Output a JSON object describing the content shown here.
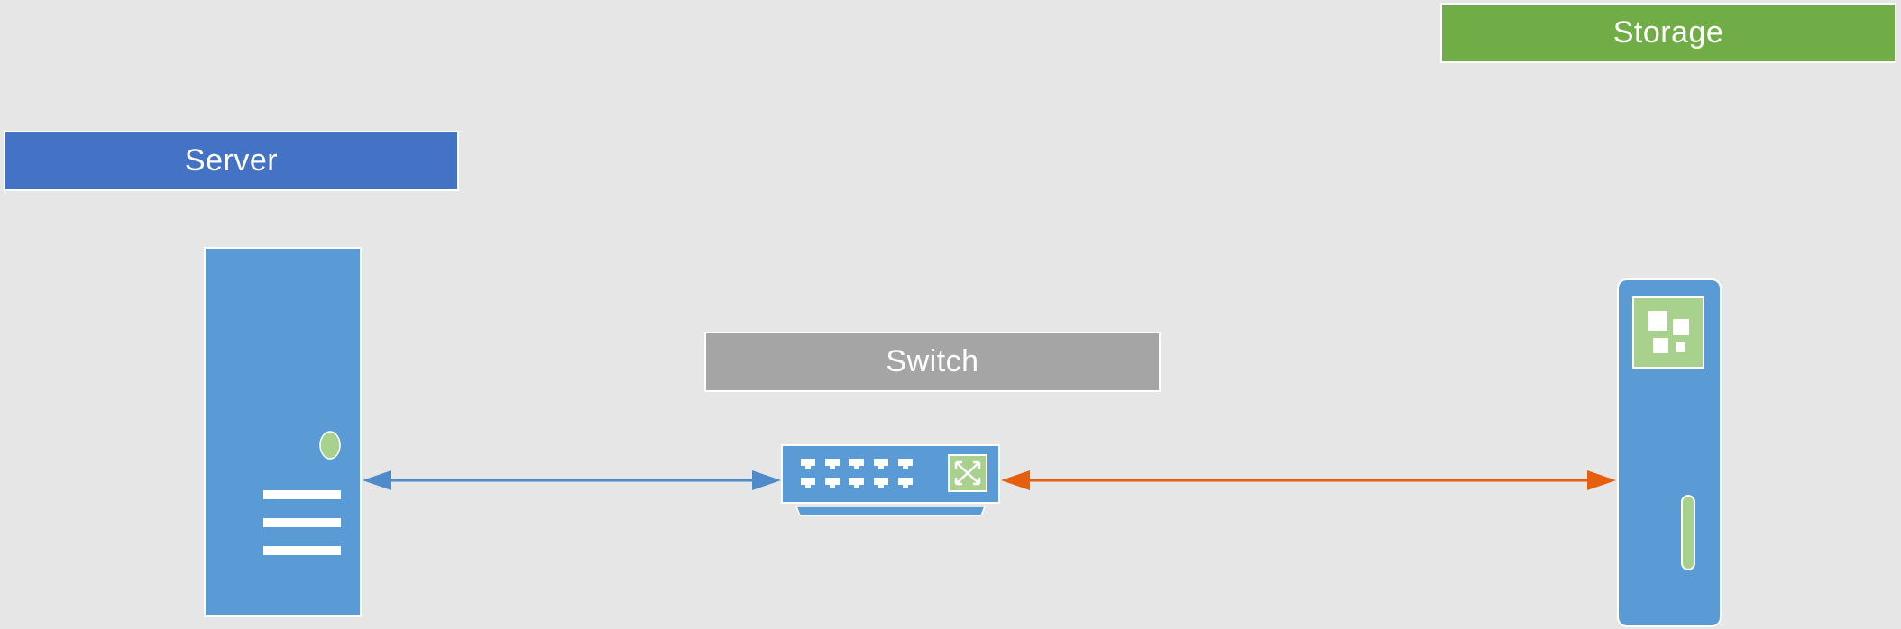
{
  "labels": {
    "server": "Server",
    "switch": "Switch",
    "storage": "Storage"
  },
  "colors": {
    "background": "#e6e6e6",
    "server_label": "#4472c4",
    "switch_label": "#a5a5a5",
    "storage_label": "#70ad47",
    "device_body": "#5b9bd5",
    "device_accent": "#a9d18e",
    "link_server_switch": "#4f8ac9",
    "link_switch_storage": "#e65f0f"
  },
  "links": [
    {
      "from": "server",
      "to": "switch",
      "style": "bidirectional"
    },
    {
      "from": "switch",
      "to": "storage",
      "style": "bidirectional"
    }
  ]
}
